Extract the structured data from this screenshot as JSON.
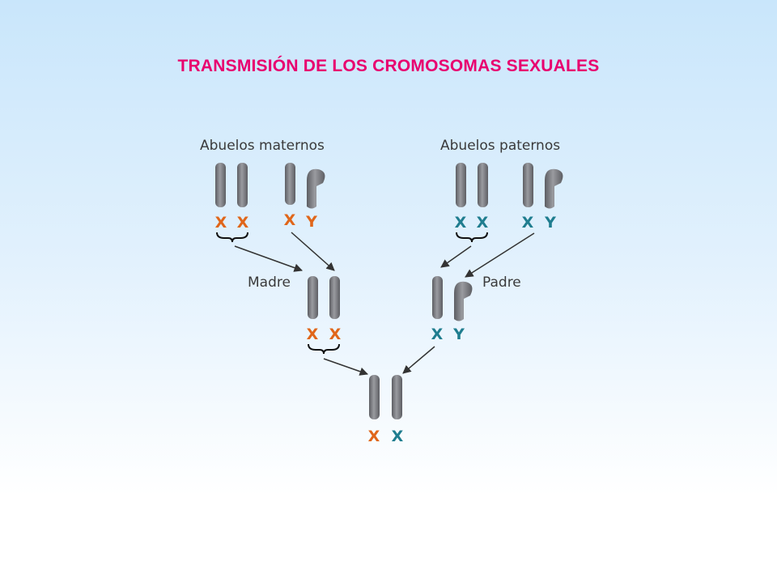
{
  "title": "TRANSMISIÓN DE LOS CROMOSOMAS SEXUALES",
  "labels": {
    "maternal_grandparents": "Abuelos maternos",
    "paternal_grandparents": "Abuelos paternos",
    "mother": "Madre",
    "father": "Padre"
  },
  "chromosome_letters": {
    "x": "X",
    "y": "Y"
  },
  "colors": {
    "title": "#e8006f",
    "maternal": "#e0661a",
    "paternal": "#1f7d8f",
    "chromosome": "#77787d",
    "arrow": "#333333"
  }
}
